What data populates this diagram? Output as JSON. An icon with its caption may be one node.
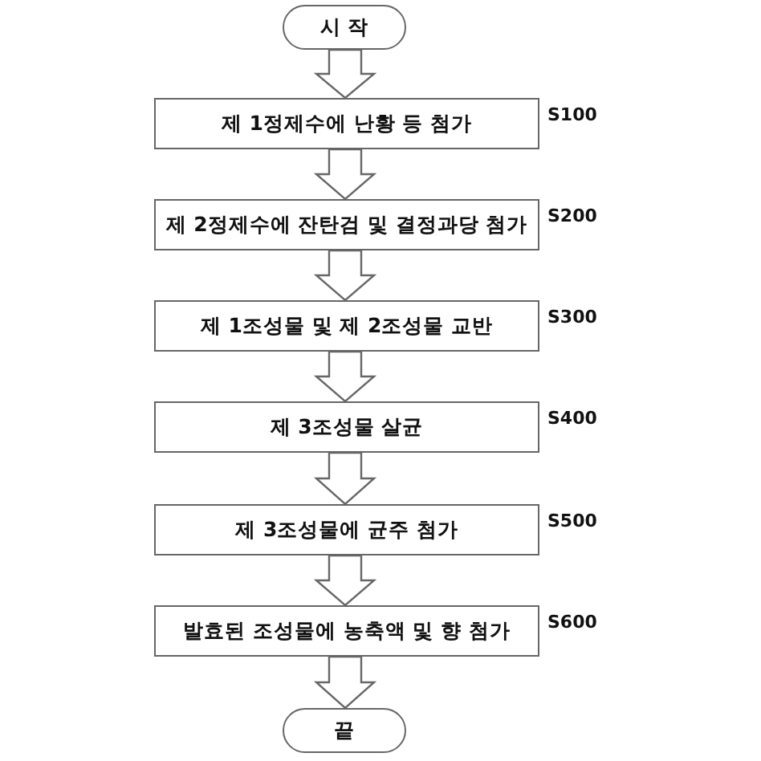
{
  "diagram": {
    "nodes": [
      {
        "text": [
          "시 작"
        ]
      },
      {
        "text": [
          "제 1정제수에 난황 등 첨가"
        ],
        "beside": [
          "S100"
        ]
      },
      {
        "text": [
          "제 2정제수에 잔탄검 및 결정과당 첨가"
        ],
        "beside": [
          "S200"
        ]
      },
      {
        "text": [
          "제 1조성물 및 제 2조성물 교반"
        ],
        "beside": [
          "S300"
        ]
      },
      {
        "text": [
          "제 3조성물 살균"
        ],
        "beside": [
          "S400"
        ]
      },
      {
        "text": [
          "제 3조성물에 균주 첨가"
        ],
        "beside": [
          "S500"
        ]
      },
      {
        "text": [
          "발효된 조성물에 농축액 및 향 첨가"
        ],
        "beside": [
          "S600"
        ]
      },
      {
        "text": [
          "끝"
        ]
      }
    ],
    "edges": [
      {
        "from": 0,
        "to": 1,
        "arrow": "to"
      },
      {
        "from": 1,
        "to": 2,
        "arrow": "to"
      },
      {
        "from": 2,
        "to": 3,
        "arrow": "to"
      },
      {
        "from": 3,
        "to": 4,
        "arrow": "to"
      },
      {
        "from": 4,
        "to": 5,
        "arrow": "to"
      },
      {
        "from": 5,
        "to": 6,
        "arrow": "to"
      },
      {
        "from": 6,
        "to": 7,
        "arrow": "to"
      }
    ]
  }
}
